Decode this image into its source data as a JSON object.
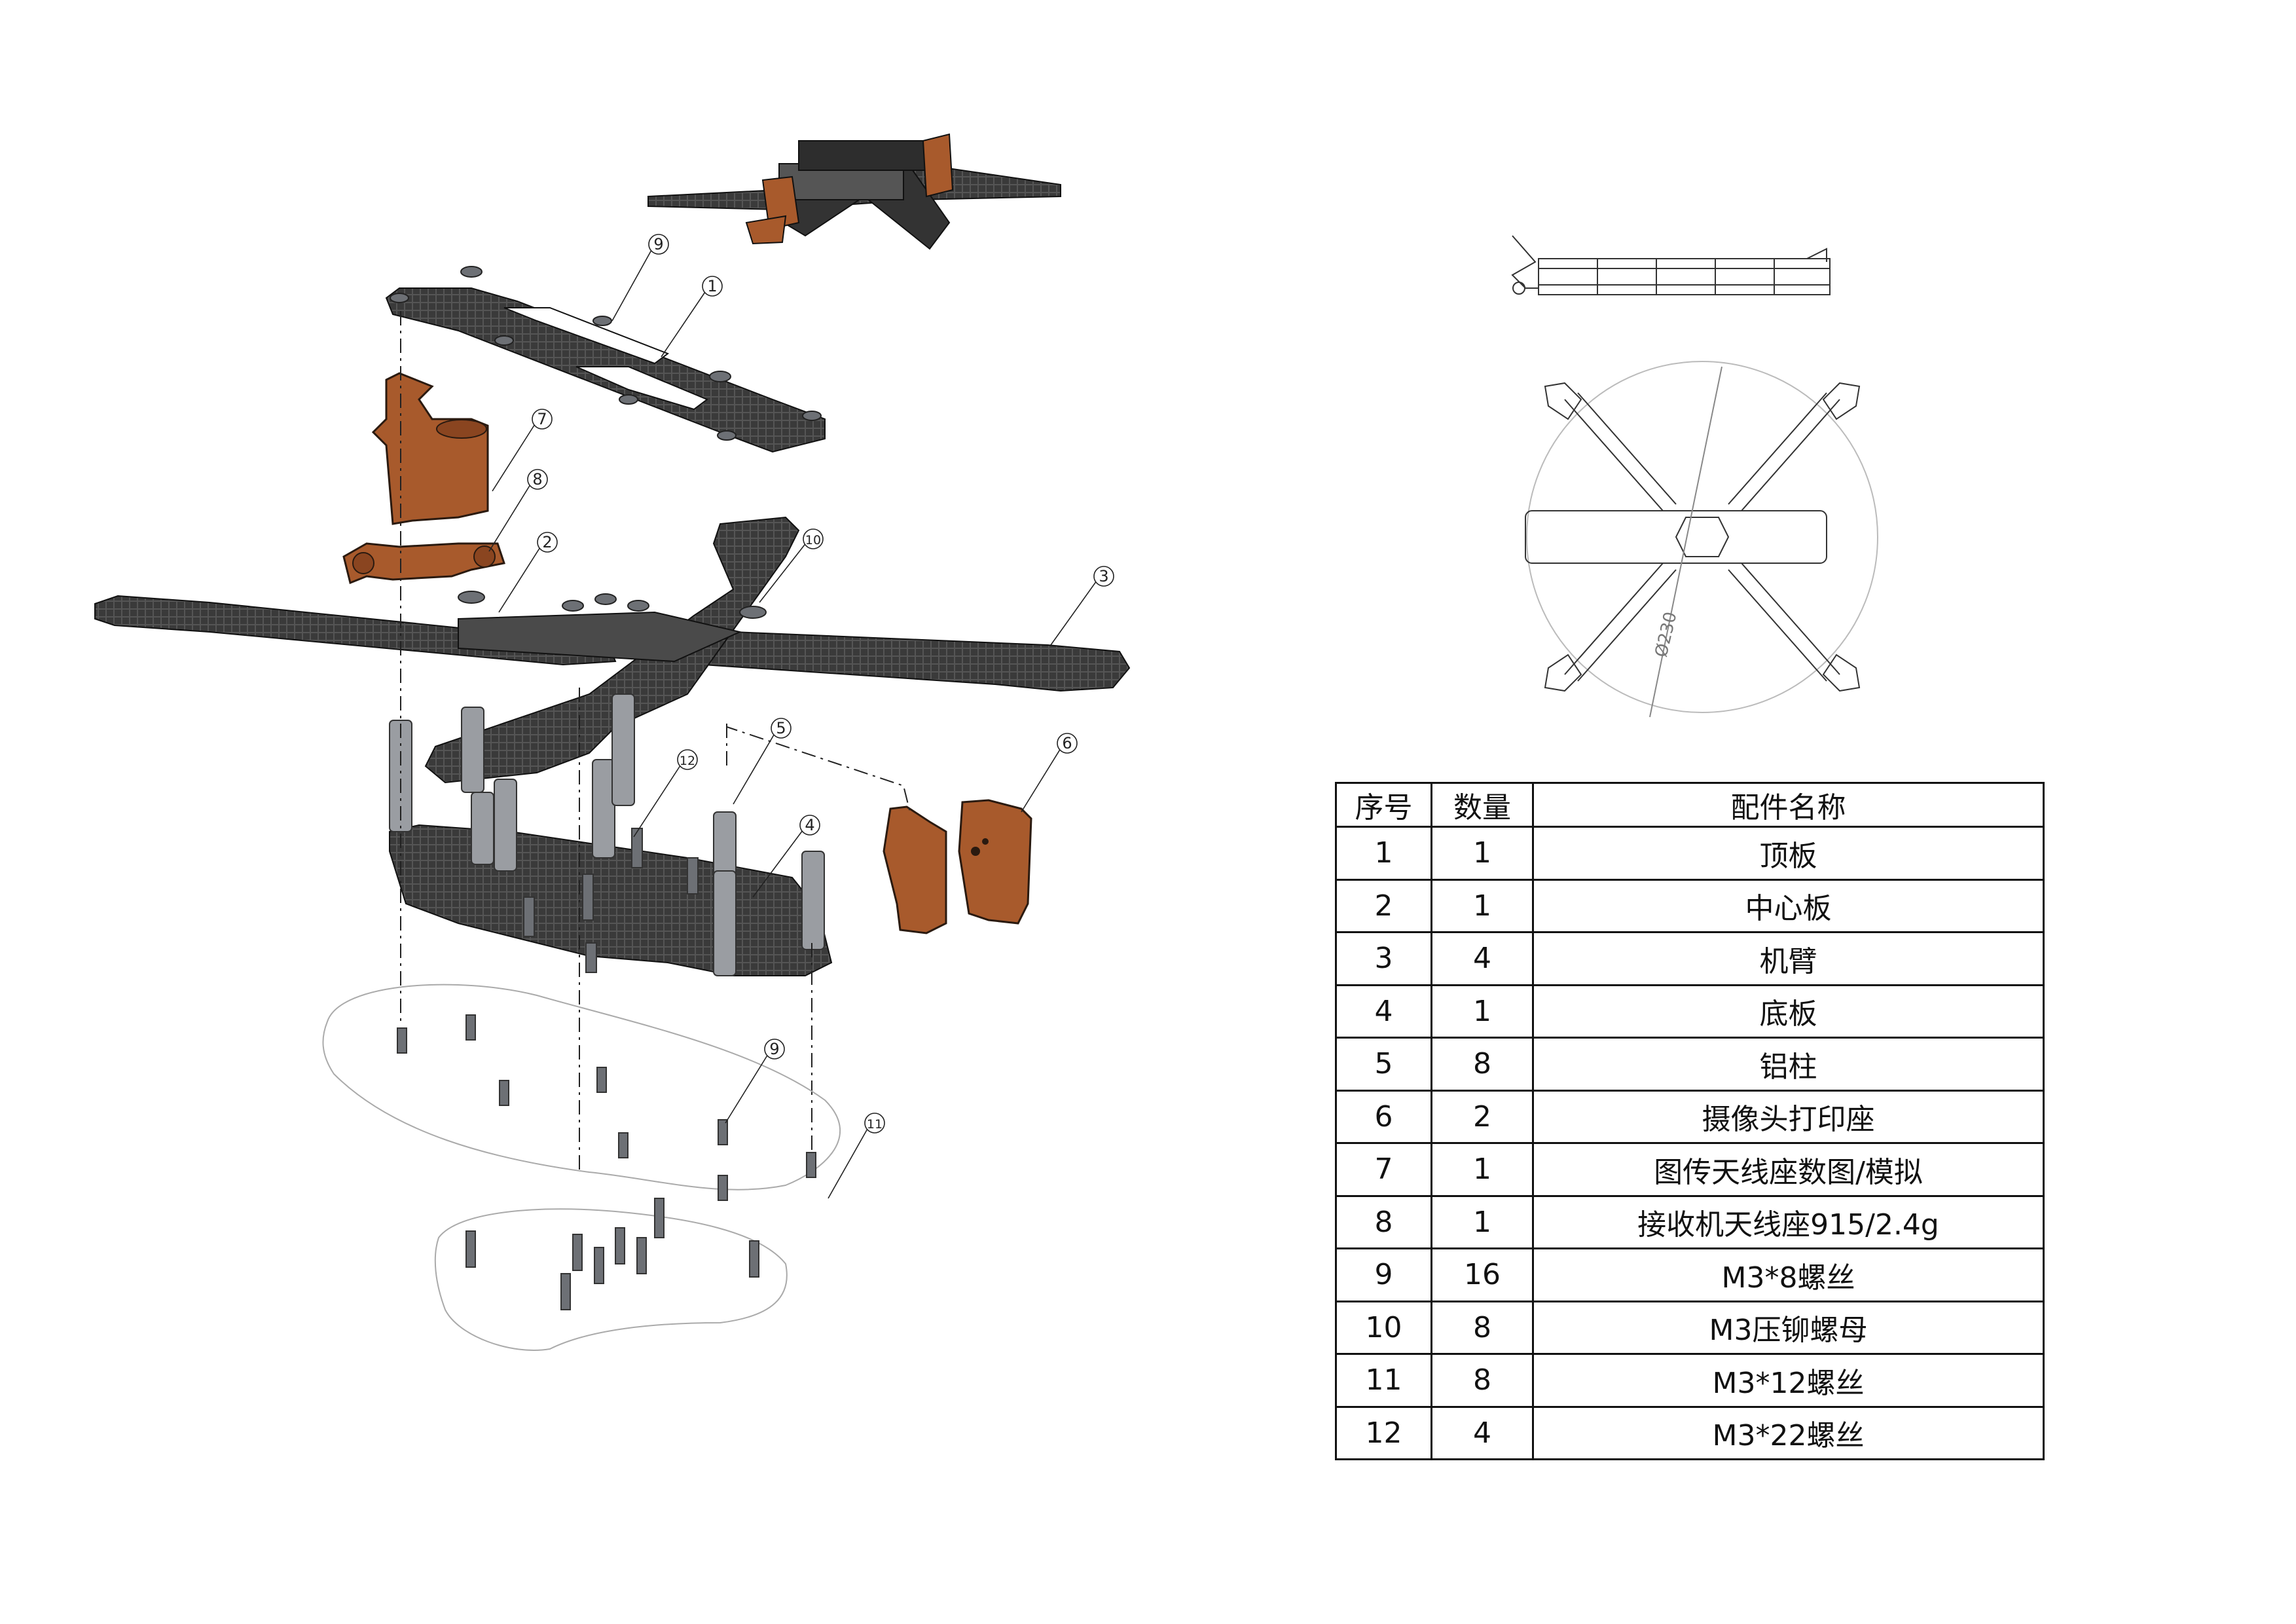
{
  "callouts": {
    "c1": "1",
    "c2": "2",
    "c3": "3",
    "c4": "4",
    "c5": "5",
    "c6": "6",
    "c7": "7",
    "c8": "8",
    "c9a": "9",
    "c9b": "9",
    "c10": "10",
    "c11": "11",
    "c12": "12"
  },
  "dimension": "Ø230",
  "colors": {
    "carbon": "#3a3a3a",
    "orange": "#a85a2c",
    "metal": "#8a8d92",
    "line": "#222222"
  },
  "table": {
    "headers": [
      "序号",
      "数量",
      "配件名称"
    ],
    "rows": [
      [
        "1",
        "1",
        "顶板"
      ],
      [
        "2",
        "1",
        "中心板"
      ],
      [
        "3",
        "4",
        "机臂"
      ],
      [
        "4",
        "1",
        "底板"
      ],
      [
        "5",
        "8",
        "铝柱"
      ],
      [
        "6",
        "2",
        "摄像头打印座"
      ],
      [
        "7",
        "1",
        "图传天线座数图/模拟"
      ],
      [
        "8",
        "1",
        "接收机天线座915/2.4g"
      ],
      [
        "9",
        "16",
        "M3*8螺丝"
      ],
      [
        "10",
        "8",
        "M3压铆螺母"
      ],
      [
        "11",
        "8",
        "M3*12螺丝"
      ],
      [
        "12",
        "4",
        "M3*22螺丝"
      ]
    ]
  }
}
